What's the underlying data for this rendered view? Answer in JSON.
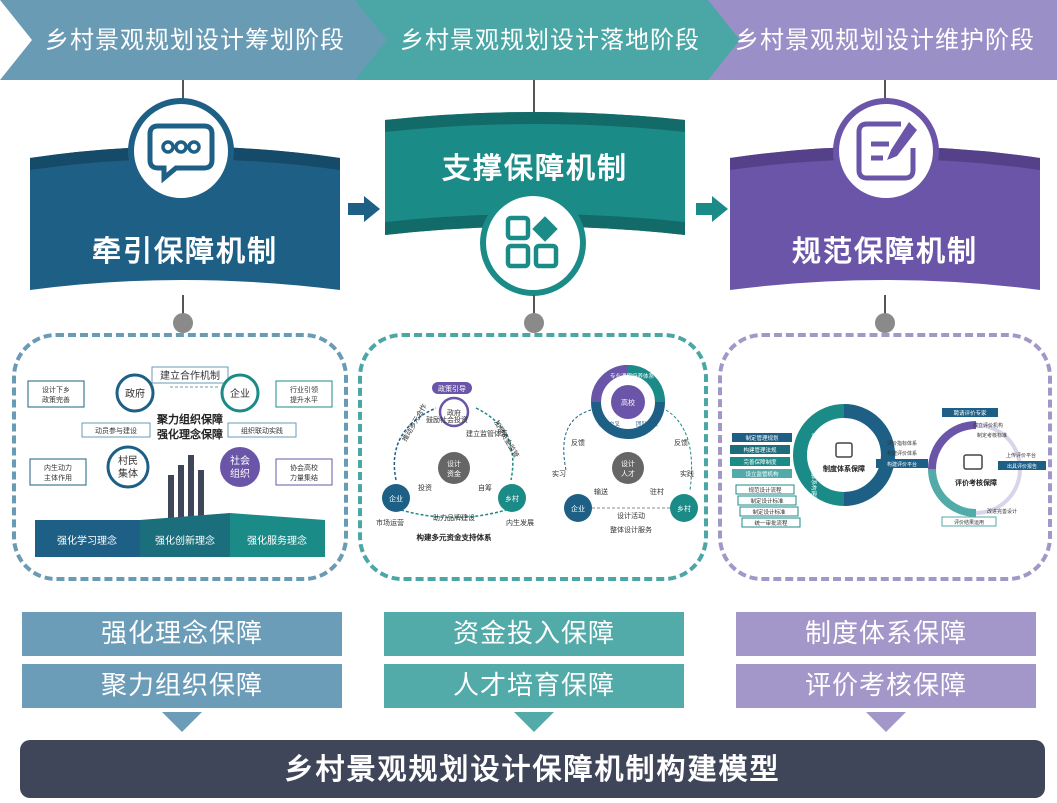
{
  "colors": {
    "stage1": "#6a9bb5",
    "stage2": "#4aa7a6",
    "stage3": "#9b8fc7",
    "guidance": "#1e5f86",
    "support": "#1b8b88",
    "standard": "#6a55a8",
    "rib_blue": "#6b9cb8",
    "rib_teal": "#52aaa9",
    "rib_purple": "#a397c9",
    "bottom": "#40465a"
  },
  "stages": [
    {
      "label": "乡村景观规划设计筹划阶段"
    },
    {
      "label": "乡村景观规划设计落地阶段"
    },
    {
      "label": "乡村景观规划设计维护阶段"
    }
  ],
  "mechanisms": [
    {
      "title": "牵引保障机制",
      "icon": "chat-bubble-icon"
    },
    {
      "title": "支撑保障机制",
      "icon": "blocks-icon"
    },
    {
      "title": "规范保障机制",
      "icon": "edit-document-icon"
    }
  ],
  "diagram1": {
    "nodes": {
      "gov": "政府",
      "ent": "企业",
      "vil1": "村民",
      "vil2": "集体",
      "soc1": "社会",
      "soc2": "组织"
    },
    "center1": "聚力组织保障",
    "center2": "强化理念保障",
    "top_link": "建立合作机制",
    "left_link": "动员参与建设",
    "right_link": "组织联动实践",
    "tag_tl1": "设计下乡",
    "tag_tl2": "政策完善",
    "tag_tr1": "行业引领",
    "tag_tr2": "提升水平",
    "tag_bl1": "内生动力",
    "tag_bl2": "主体作用",
    "tag_br1": "协会高校",
    "tag_br2": "力量集结",
    "bars": [
      "强化学习理念",
      "强化创新理念",
      "强化服务理念"
    ]
  },
  "diagram2": {
    "left": {
      "gov": "政府",
      "ent": "企业",
      "vil": "乡村",
      "center1": "设计",
      "center2": "资金",
      "top_tag": "政策引导",
      "left_arc": "推动多元合作",
      "right_arc": "加强资金监管",
      "inner_top": "鼓励社会投资",
      "inner_right": "建立监管体系",
      "inner_bottom": "助力品牌建设",
      "bottom_caption": "构建多元资金支持体系",
      "ent_tag": "市场运营",
      "vil_tag": "内生发展",
      "left_small": "投资",
      "right_small": "自筹"
    },
    "right": {
      "uni": "高校",
      "ent": "企业",
      "vil": "乡村",
      "center1": "设计",
      "center2": "人才",
      "seg1": "专业课程",
      "seg2": "培养体系",
      "seg3": "学科交叉",
      "seg4": "团队交流",
      "left_small": "反馈",
      "right_small": "反馈",
      "far_left": "实习",
      "far_right": "实践",
      "ent_link": "输送",
      "vil_link": "驻村",
      "bottom1": "设计活动",
      "bottom2": "整体设计服务"
    }
  },
  "diagram3": {
    "left_center": "制度体系保障",
    "left_ring1": "制度建设强化监管",
    "left_ring2": "标准体系构建设计",
    "left_items_top": [
      "制定管理规划",
      "构建管理法规",
      "完善保障制度",
      "设立监管机构"
    ],
    "left_items_bottom": [
      "规范设计流程",
      "制定设计标准",
      "制定设计标准",
      "统一审批流程"
    ],
    "right_center": "评价考核保障",
    "right_items_top": [
      "聘请评价专家",
      "成立评价机构",
      "制定考核标准"
    ],
    "right_left_items": [
      "评价指标体系",
      "构建评价体系",
      "构建评价平台"
    ],
    "right_right_items": [
      "上传评价平台",
      "出具评价报告"
    ],
    "right_bottom_items": [
      "改进完善设计",
      "评价结果运用"
    ]
  },
  "ribbons": {
    "col1": [
      "强化理念保障",
      "聚力组织保障"
    ],
    "col2": [
      "资金投入保障",
      "人才培育保障"
    ],
    "col3": [
      "制度体系保障",
      "评价考核保障"
    ]
  },
  "bottom_title": "乡村景观规划设计保障机制构建模型"
}
